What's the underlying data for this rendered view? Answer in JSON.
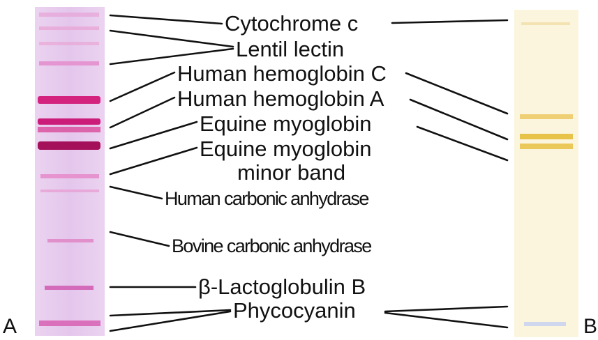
{
  "panel_labels": {
    "left": "A",
    "right": "B"
  },
  "labels": {
    "cytochrome_c": "Cytochrome c",
    "lentil_lectin": "Lentil lectin",
    "hemoglobin_c": "Human hemoglobin C",
    "hemoglobin_a": "Human hemoglobin A",
    "equine_myoglobin": "Equine myoglobin",
    "equine_myoglobin_minor_1": "Equine myoglobin",
    "equine_myoglobin_minor_2": "minor band",
    "human_carbonic_anhydrase": "Human carbonic anhydrase",
    "bovine_carbonic_anhydrase": "Bovine carbonic anhydrase",
    "lactoglobulin_b": "β-Lactoglobulin B",
    "phycocyanin": "Phycocyanin"
  },
  "colors": {
    "lane_a_background": "#e8cdee",
    "lane_a_band": "#d4237f",
    "lane_a_band_dark": "#a5105a",
    "lane_b_background": "#fbf5de",
    "lane_b_band": "#e8c34a"
  }
}
